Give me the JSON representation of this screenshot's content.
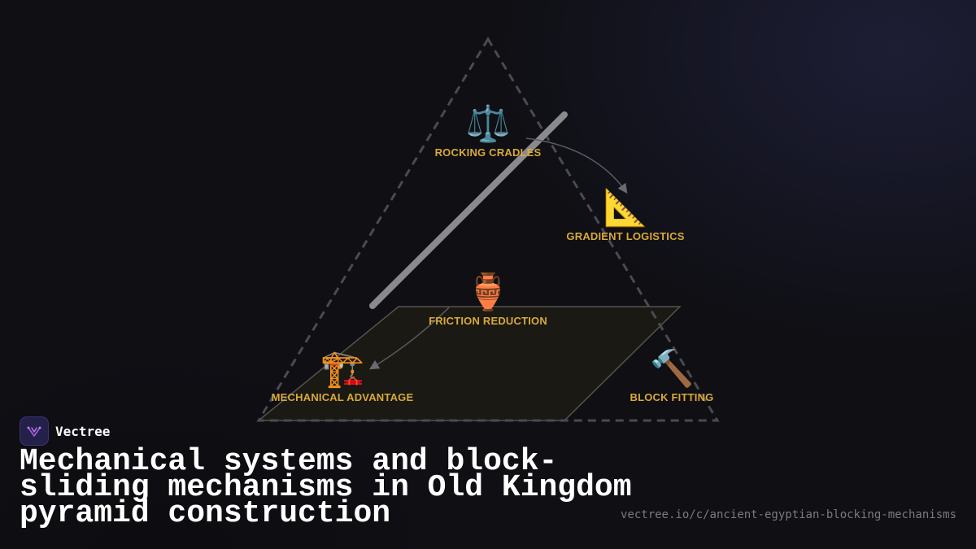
{
  "diagram": {
    "nodes": [
      {
        "id": "rocking",
        "icon": "⚖️",
        "icon_name": "balance-scale-icon",
        "label": "ROCKING CRADLES"
      },
      {
        "id": "gradient",
        "icon": "📐",
        "icon_name": "triangular-ruler-icon",
        "label": "GRADIENT LOGISTICS"
      },
      {
        "id": "friction",
        "icon": "🏺",
        "icon_name": "amphora-icon",
        "label": "FRICTION REDUCTION"
      },
      {
        "id": "mechanical",
        "icon": "🏗️",
        "icon_name": "crane-icon",
        "label": "MECHANICAL ADVANTAGE"
      },
      {
        "id": "fitting",
        "icon": "🔨",
        "icon_name": "hammer-icon",
        "label": "BLOCK FITTING"
      }
    ],
    "colors": {
      "label": "#d9a93a",
      "triangle": "#4a4a52",
      "ramp": "#8a8a8e",
      "plane_fill": "#1a1914",
      "plane_stroke": "#55534c",
      "arrow": "#5a5a60"
    }
  },
  "brand": {
    "name": "Vectree",
    "logo_icon": "vectree-logo-icon"
  },
  "headline": "Mechanical systems and block-sliding mechanisms in Old Kingdom pyramid construction",
  "url": "vectree.io/c/ancient-egyptian-blocking-mechanisms"
}
